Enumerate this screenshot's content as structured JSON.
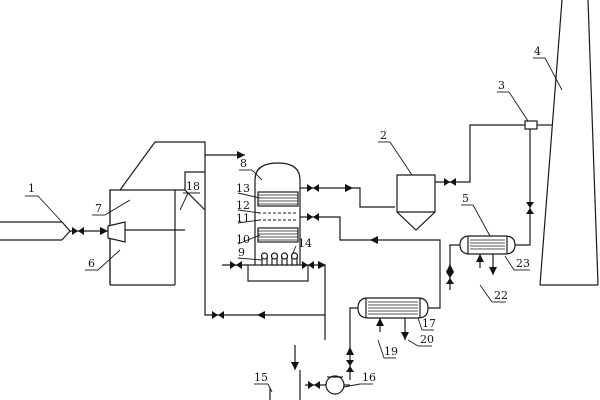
{
  "labels": {
    "n1": "1",
    "n2": "2",
    "n3": "3",
    "n4": "4",
    "n5": "5",
    "n6": "6",
    "n7": "7",
    "n8": "8",
    "n9": "9",
    "n10": "10",
    "n11": "11",
    "n12": "12",
    "n13": "13",
    "n14": "14",
    "n15": "15",
    "n16": "16",
    "n17": "17",
    "n18": "18",
    "n19": "19",
    "n20": "20",
    "n22": "22",
    "n23": "23"
  },
  "colors": {
    "line": "#1a1a1a",
    "background": "#ffffff"
  }
}
